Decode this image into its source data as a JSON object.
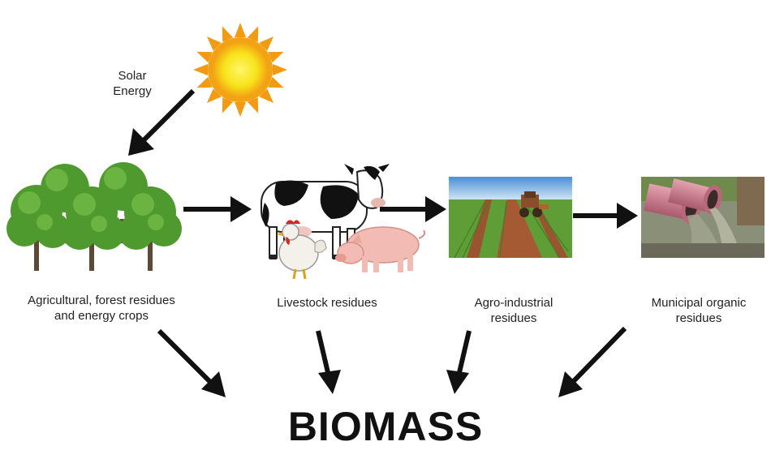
{
  "title": "BIOMASS",
  "labels": {
    "solar": "Solar Energy",
    "agricultural": "Agricultural, forest residues and energy crops",
    "livestock": "Livestock residues",
    "agro_industrial": "Agro-industrial residues",
    "municipal": "Municipal organic residues"
  },
  "colors": {
    "arrow": "#111111",
    "sun_core": "#f7e31a",
    "sun_rays": "#f29a12",
    "tree_foliage": "#5fa83a",
    "field_green": "#6aaa3f",
    "soil": "#a55a33",
    "pipe": "#c9788a"
  },
  "icons": [
    "sun-icon",
    "trees-icon",
    "cow-icon",
    "chicken-icon",
    "pig-icon",
    "farm-field-icon",
    "tractor-icon",
    "sewage-pipes-icon"
  ]
}
